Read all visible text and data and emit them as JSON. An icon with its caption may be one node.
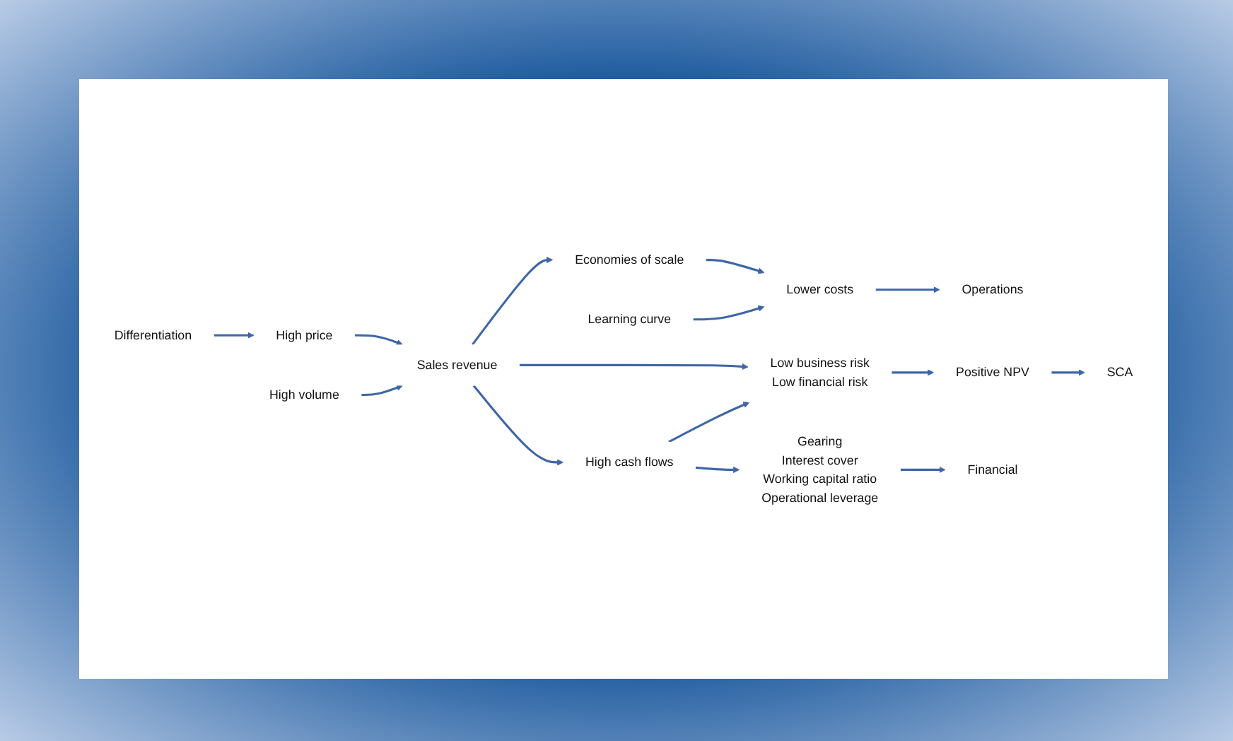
{
  "diagram": {
    "nodes": [
      {
        "text": [
          "Differentiation"
        ]
      },
      {
        "text": [
          "High price"
        ]
      },
      {
        "text": [
          "High volume"
        ]
      },
      {
        "text": [
          "Sales revenue"
        ]
      },
      {
        "text": [
          "Economies of scale"
        ]
      },
      {
        "text": [
          "Learning curve"
        ]
      },
      {
        "text": [
          "Lower costs"
        ]
      },
      {
        "text": [
          "Operations"
        ]
      },
      {
        "text": [
          "Low business risk",
          "Low financial risk"
        ]
      },
      {
        "text": [
          "Positive NPV"
        ]
      },
      {
        "text": [
          "SCA"
        ]
      },
      {
        "text": [
          "High cash flows"
        ]
      },
      {
        "text": [
          "Gearing",
          "Interest cover",
          "Working capital ratio",
          "Operational leverage"
        ]
      },
      {
        "text": [
          "Financial"
        ]
      }
    ],
    "edges": [
      {
        "from": 0,
        "to": 1,
        "arrow": "to"
      },
      {
        "from": 1,
        "to": 3,
        "arrow": "to"
      },
      {
        "from": 2,
        "to": 3,
        "arrow": "to"
      },
      {
        "from": 3,
        "to": 4,
        "arrow": "to"
      },
      {
        "from": 3,
        "to": 8,
        "arrow": "to"
      },
      {
        "from": 3,
        "to": 11,
        "arrow": "to"
      },
      {
        "from": 4,
        "to": 6,
        "arrow": "to"
      },
      {
        "from": 5,
        "to": 6,
        "arrow": "to"
      },
      {
        "from": 6,
        "to": 7,
        "arrow": "to"
      },
      {
        "from": 8,
        "to": 9,
        "arrow": "to"
      },
      {
        "from": 9,
        "to": 10,
        "arrow": "to"
      },
      {
        "from": 11,
        "to": 8,
        "arrow": "to"
      },
      {
        "from": 11,
        "to": 12,
        "arrow": "to"
      },
      {
        "from": 12,
        "to": 13,
        "arrow": "to"
      }
    ]
  }
}
